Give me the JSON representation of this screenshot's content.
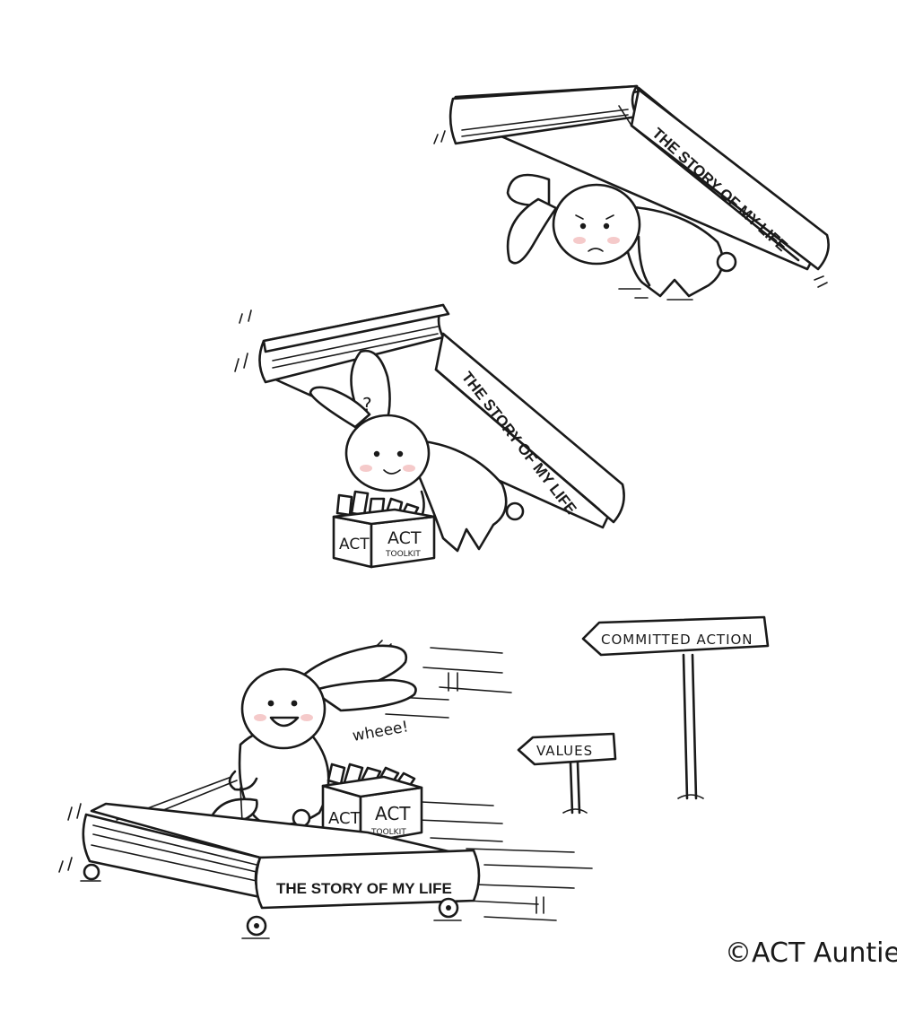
{
  "panels": {
    "top": {
      "book_title": "THE STORY OF MY LIFE"
    },
    "middle": {
      "book_title": "THE STORY OF MY LIFE",
      "thought": "?",
      "box_left_label": "ACT",
      "box_front_label": "ACT",
      "box_sub_label": "TOOLKIT"
    },
    "bottom": {
      "book_title": "THE STORY OF MY LIFE",
      "exclamation": "wheee!",
      "box_left_label": "ACT",
      "box_front_label": "ACT",
      "box_sub_label": "TOOLKIT",
      "signs": {
        "committed_action": "COMMITTED ACTION",
        "values": "VALUES"
      }
    }
  },
  "credit": "©ACT Auntie"
}
